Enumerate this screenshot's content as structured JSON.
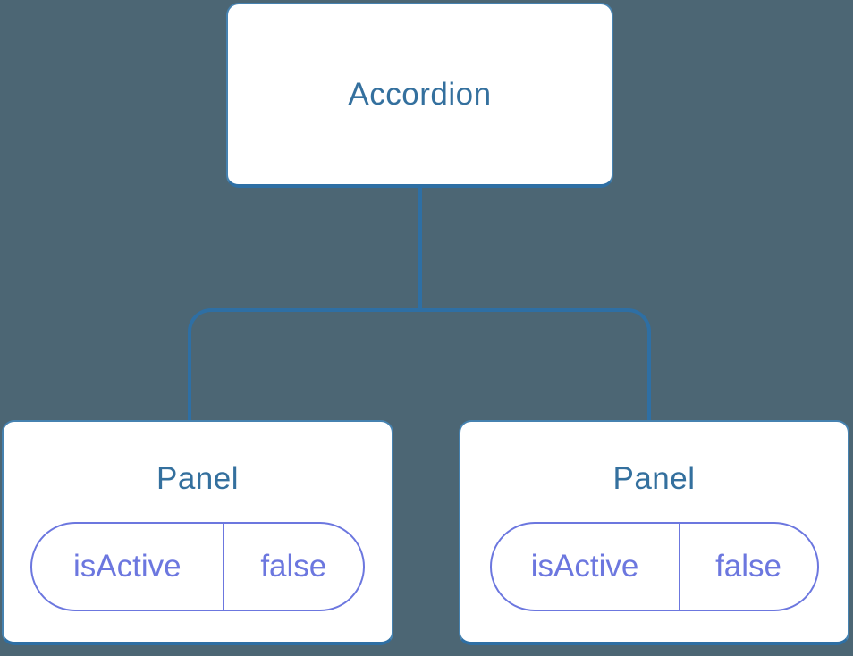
{
  "tree": {
    "root": {
      "label": "Accordion"
    },
    "children": [
      {
        "label": "Panel",
        "state_key": "isActive",
        "state_value": "false"
      },
      {
        "label": "Panel",
        "state_key": "isActive",
        "state_value": "false"
      }
    ]
  },
  "colors": {
    "background": "#4C6674",
    "node_fill": "#FFFFFF",
    "node_border": "#4682B0",
    "node_border_bottom": "#2E6FA4",
    "connector": "#2E6FA4",
    "heading_text": "#34709E",
    "state_accent": "#6C77DF"
  }
}
